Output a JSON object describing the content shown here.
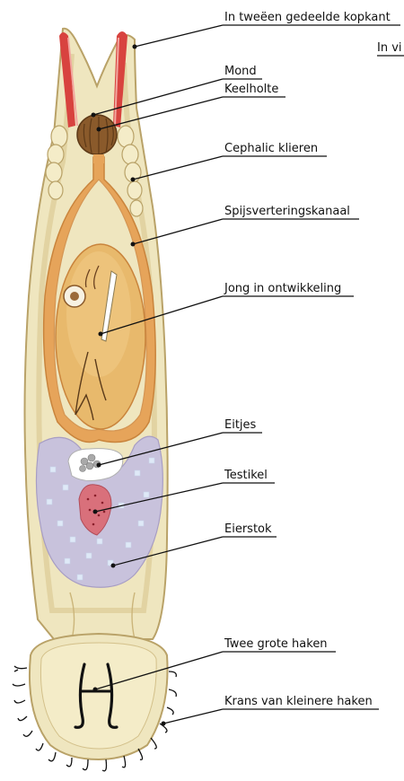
{
  "diagram": {
    "labels": [
      {
        "id": "split-head",
        "text": "In tweëen gedeelde kopkant"
      },
      {
        "id": "mouth",
        "text": "Mond"
      },
      {
        "id": "pharynx",
        "text": "Keelholte"
      },
      {
        "id": "cephalic-glands",
        "text": "Cephalic klieren"
      },
      {
        "id": "digestive-tract",
        "text": "Spijsverteringskanaal"
      },
      {
        "id": "developing-young",
        "text": "Jong in ontwikkeling"
      },
      {
        "id": "eggs",
        "text": "Eitjes"
      },
      {
        "id": "testis",
        "text": "Testikel"
      },
      {
        "id": "ovary",
        "text": "Eierstok"
      },
      {
        "id": "two-large-hooks",
        "text": "Twee grote haken"
      },
      {
        "id": "crown-small-hooks",
        "text": "Krans van kleinere haken"
      }
    ],
    "truncated_label": "In vi",
    "colors": {
      "body_fill": "#efe6bf",
      "body_outline": "#b9a268",
      "gut": "#e6a45a",
      "young": "#e8b96c",
      "ovary": "#c8c2dc",
      "testis": "#d9707b",
      "muscle": "#d8433f",
      "pharynx": "#8a5a2b"
    }
  }
}
